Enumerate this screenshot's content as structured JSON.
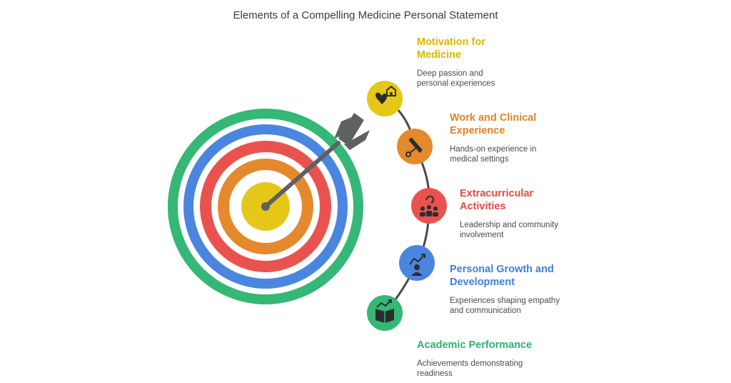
{
  "title": "Elements of a Compelling Medicine Personal Statement",
  "colors": {
    "green": "#35b776",
    "blue": "#4a86e0",
    "red": "#e9534f",
    "orange": "#e4892c",
    "yellow": "#e5c71a",
    "arrow": "#5d6161",
    "connector": "#4a4a4a"
  },
  "items": [
    {
      "title": "Motivation for Medicine",
      "description": "Deep passion and personal experiences",
      "icon": "heart-hands-icon",
      "color": "#e5c71a",
      "title_color": "#d8b800"
    },
    {
      "title": "Work and Clinical Experience",
      "description": "Hands-on experience in medical settings",
      "icon": "stethoscope-icon",
      "color": "#e4892c",
      "title_color": "#e0832a"
    },
    {
      "title": "Extracurricular Activities",
      "description": "Leadership and community involvement",
      "icon": "group-icon",
      "color": "#e9534f",
      "title_color": "#e24a45"
    },
    {
      "title": "Personal Growth and Development",
      "description": "Experiences shaping empathy and communication",
      "icon": "growth-person-icon",
      "color": "#4a86e0",
      "title_color": "#3f7ee0"
    },
    {
      "title": "Academic Performance",
      "description": "Achievements demonstrating readiness",
      "icon": "book-chart-icon",
      "color": "#35b776",
      "title_color": "#2faf6e"
    }
  ]
}
